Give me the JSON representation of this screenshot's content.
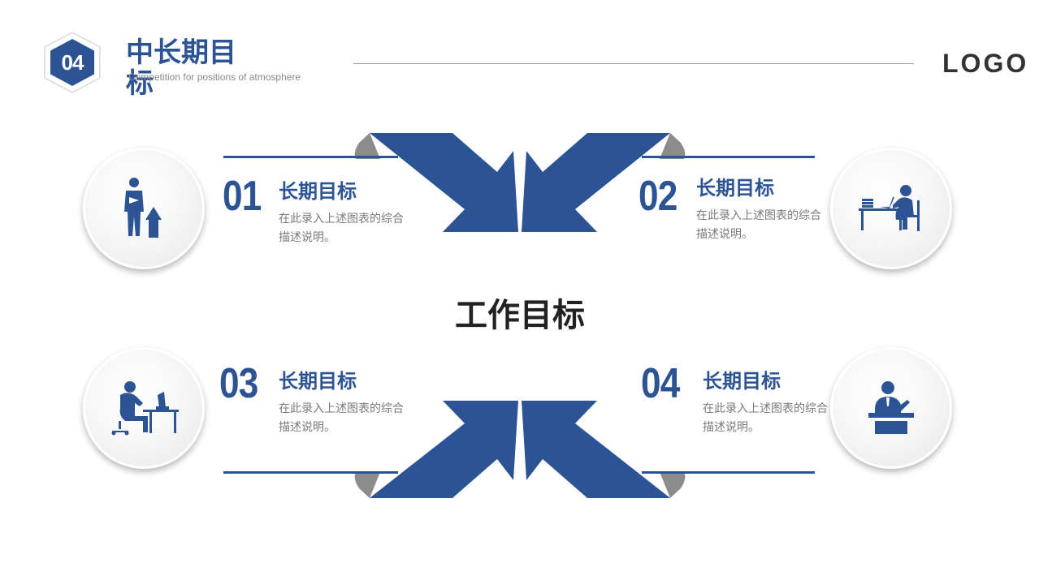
{
  "header": {
    "badge": "04",
    "title": "中长期目标",
    "subtitle": "Competition for positions of atmosphere",
    "logo": "LOGO"
  },
  "center_title": "工作目标",
  "items": [
    {
      "num": "01",
      "title": "长期目标",
      "desc": "在此录入上述图表的综合描述说明。",
      "icon": "businessman-growth-icon"
    },
    {
      "num": "02",
      "title": "长期目标",
      "desc": "在此录入上述图表的综合描述说明。",
      "icon": "person-at-desk-icon"
    },
    {
      "num": "03",
      "title": "长期目标",
      "desc": "在此录入上述图表的综合描述说明。",
      "icon": "person-at-computer-icon"
    },
    {
      "num": "04",
      "title": "长期目标",
      "desc": "在此录入上述图表的综合描述说明。",
      "icon": "speaker-podium-icon"
    }
  ],
  "colors": {
    "accent": "#2c5494",
    "fold_shadow": "#8c8c8c",
    "text_dark": "#222222",
    "text_gray": "#7a7a7a"
  }
}
